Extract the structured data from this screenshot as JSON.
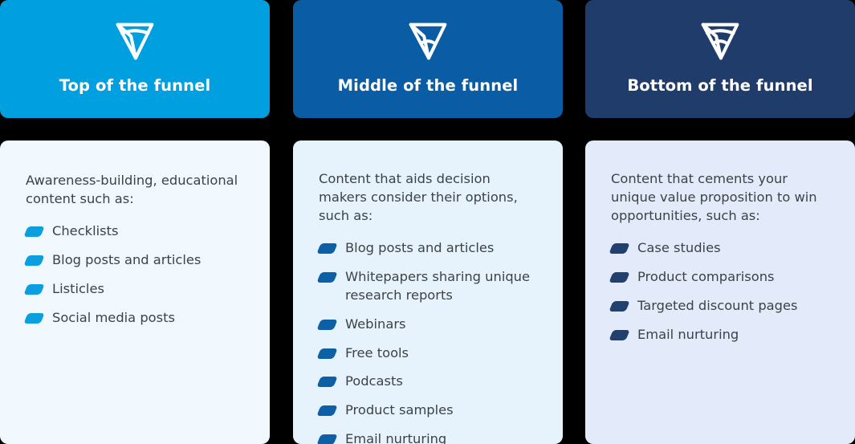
{
  "diagram": {
    "title_hidden": "",
    "background_color": "#000000",
    "columns": [
      {
        "id": "top-of-funnel",
        "header_label": "Top of the funnel",
        "icon_name": "funnel-icon",
        "header_color": "#00A0E0",
        "body_color": "#F1F9FE",
        "bullet_color": "#0C9FE0",
        "fill_level": "top",
        "intro": "Awareness-building, educational content such as:",
        "items": [
          "Checklists",
          "Blog posts and articles",
          "Listicles",
          "Social media posts"
        ]
      },
      {
        "id": "middle-of-funnel",
        "header_label": "Middle of the funnel",
        "icon_name": "funnel-icon",
        "header_color": "#0A5DA5",
        "body_color": "#E6F3FC",
        "bullet_color": "#0D5FA6",
        "fill_level": "middle",
        "intro": "Content that aids decision makers consider their options, such as:",
        "items": [
          "Blog posts and articles",
          "Whitepapers sharing unique research reports",
          "Webinars",
          "Free tools",
          "Podcasts",
          "Product samples",
          "Email nurturing"
        ]
      },
      {
        "id": "bottom-of-funnel",
        "header_label": "Bottom of the funnel",
        "icon_name": "funnel-icon",
        "header_color": "#1F3C6B",
        "body_color": "#E3EBFA",
        "bullet_color": "#22406E",
        "fill_level": "bottom",
        "intro": "Content that cements your unique value proposition to win opportunities, such as:",
        "items": [
          "Case studies",
          "Product comparisons",
          "Targeted discount pages",
          "Email nurturing"
        ]
      }
    ]
  }
}
